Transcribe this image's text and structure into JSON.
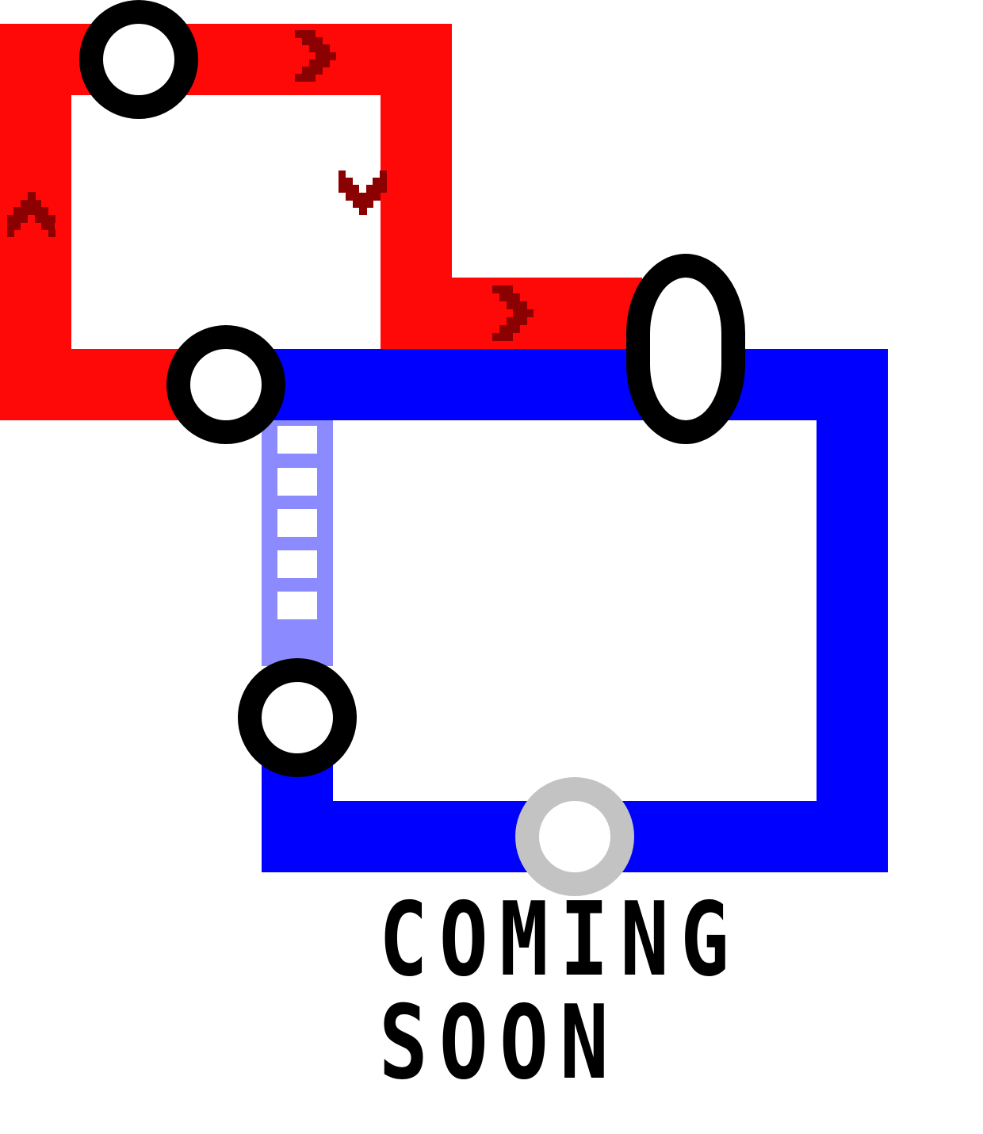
{
  "map": {
    "colors": {
      "red_line": "#ff0808",
      "blue_line": "#0000ff",
      "connector": "#8b8bff",
      "arrow": "#8b0000",
      "station_ring": "#000000",
      "locked_station_ring": "#c3c3c3",
      "background": "#ffffff"
    },
    "lines": [
      {
        "name": "red-line",
        "color": "#ff0808",
        "direction_arrows": [
          "up",
          "right",
          "down",
          "right"
        ]
      },
      {
        "name": "blue-line",
        "color": "#0000ff"
      }
    ],
    "stations": [
      {
        "id": "station-1",
        "line": "red",
        "state": "unlocked",
        "shape": "ring"
      },
      {
        "id": "station-2",
        "line": "red-blue-junction",
        "state": "unlocked",
        "shape": "ring"
      },
      {
        "id": "station-3",
        "line": "blue",
        "state": "unlocked",
        "shape": "ring"
      },
      {
        "id": "station-4",
        "line": "red-blue-junction",
        "state": "unlocked",
        "shape": "oval"
      },
      {
        "id": "station-5",
        "line": "blue",
        "state": "locked",
        "shape": "ring"
      }
    ],
    "connector": {
      "type": "ladder",
      "rungs": 5
    },
    "coming_soon": {
      "line1": "COMING",
      "line2": "SOON"
    }
  }
}
